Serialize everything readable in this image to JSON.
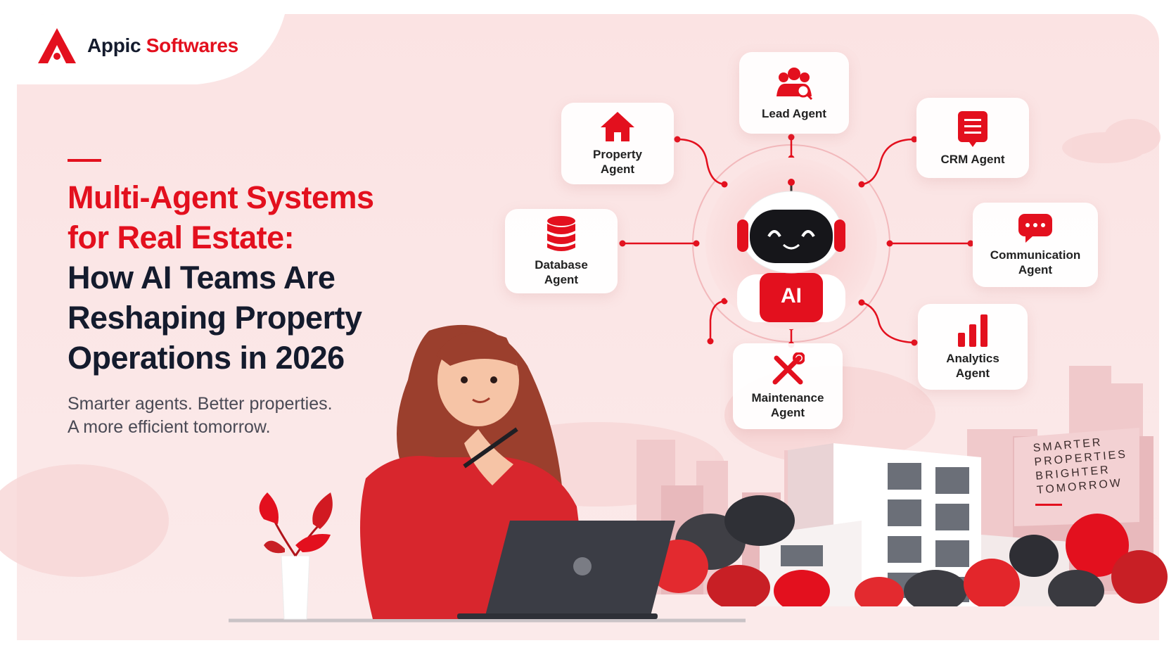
{
  "brand": {
    "name_part1": "Appic",
    "name_part2": "Softwares"
  },
  "hero": {
    "title_red_line1": "Multi-Agent Systems",
    "title_red_line2": "for Real Estate:",
    "title_dark_line1": "How AI Teams Are",
    "title_dark_line2": "Reshaping Property",
    "title_dark_line3": "Operations in 2026",
    "subtitle_line1": "Smarter agents. Better properties.",
    "subtitle_line2": "A more efficient tomorrow."
  },
  "center": {
    "robot_badge": "AI"
  },
  "agents": {
    "lead": {
      "label": "Lead Agent",
      "icon": "people-search-icon"
    },
    "property": {
      "label_line1": "Property",
      "label_line2": "Agent",
      "icon": "house-icon"
    },
    "crm": {
      "label": "CRM Agent",
      "icon": "document-icon"
    },
    "database": {
      "label_line1": "Database",
      "label_line2": "Agent",
      "icon": "database-icon"
    },
    "communication": {
      "label_line1": "Communication",
      "label_line2": "Agent",
      "icon": "chat-bubble-icon"
    },
    "maintenance": {
      "label_line1": "Maintenance",
      "label_line2": "Agent",
      "icon": "tools-icon"
    },
    "analytics": {
      "label_line1": "Analytics",
      "label_line2": "Agent",
      "icon": "bar-chart-icon"
    }
  },
  "billboard": {
    "line1": "SMARTER",
    "line2": "PROPERTIES",
    "line3": "BRIGHTER",
    "line4": "TOMORROW"
  },
  "colors": {
    "accent": "#e3101e",
    "dark": "#141b2d",
    "background": "#fbe8e8"
  }
}
